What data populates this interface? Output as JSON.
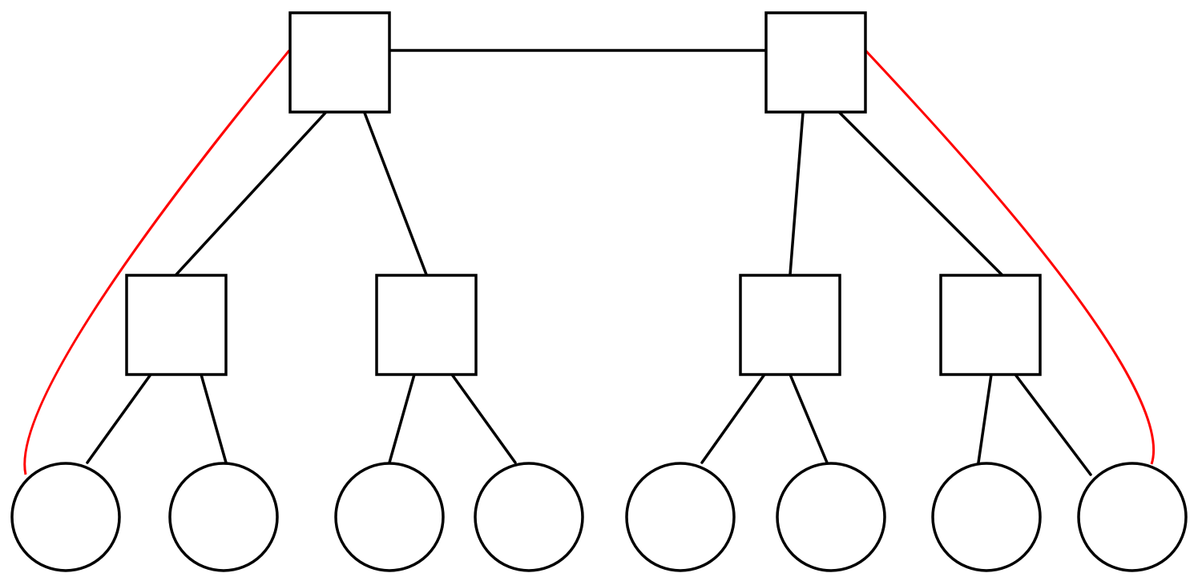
{
  "colors": {
    "background": "#ffffff",
    "node_stroke": "#000000",
    "edge": "#000000",
    "highlight": "#ff0000"
  },
  "diagram": {
    "type": "tree-network",
    "nodes": [
      {
        "id": "s1",
        "shape": "square"
      },
      {
        "id": "s2",
        "shape": "square"
      },
      {
        "id": "s1a",
        "shape": "square"
      },
      {
        "id": "s1b",
        "shape": "square"
      },
      {
        "id": "s2a",
        "shape": "square"
      },
      {
        "id": "s2b",
        "shape": "square"
      },
      {
        "id": "c1",
        "shape": "circle"
      },
      {
        "id": "c2",
        "shape": "circle"
      },
      {
        "id": "c3",
        "shape": "circle"
      },
      {
        "id": "c4",
        "shape": "circle"
      },
      {
        "id": "c5",
        "shape": "circle"
      },
      {
        "id": "c6",
        "shape": "circle"
      },
      {
        "id": "c7",
        "shape": "circle"
      },
      {
        "id": "c8",
        "shape": "circle"
      }
    ],
    "edges": [
      {
        "from": "s1",
        "to": "s2",
        "highlight": false
      },
      {
        "from": "s1",
        "to": "s1a",
        "highlight": false
      },
      {
        "from": "s1",
        "to": "s1b",
        "highlight": false
      },
      {
        "from": "s2",
        "to": "s2a",
        "highlight": false
      },
      {
        "from": "s2",
        "to": "s2b",
        "highlight": false
      },
      {
        "from": "s1a",
        "to": "c1",
        "highlight": false
      },
      {
        "from": "s1a",
        "to": "c2",
        "highlight": false
      },
      {
        "from": "s1b",
        "to": "c3",
        "highlight": false
      },
      {
        "from": "s1b",
        "to": "c4",
        "highlight": false
      },
      {
        "from": "s2a",
        "to": "c5",
        "highlight": false
      },
      {
        "from": "s2a",
        "to": "c6",
        "highlight": false
      },
      {
        "from": "s2b",
        "to": "c7",
        "highlight": false
      },
      {
        "from": "s2b",
        "to": "c8",
        "highlight": false
      },
      {
        "from": "s1",
        "to": "c1",
        "highlight": true
      },
      {
        "from": "s2",
        "to": "c8",
        "highlight": true
      }
    ]
  }
}
